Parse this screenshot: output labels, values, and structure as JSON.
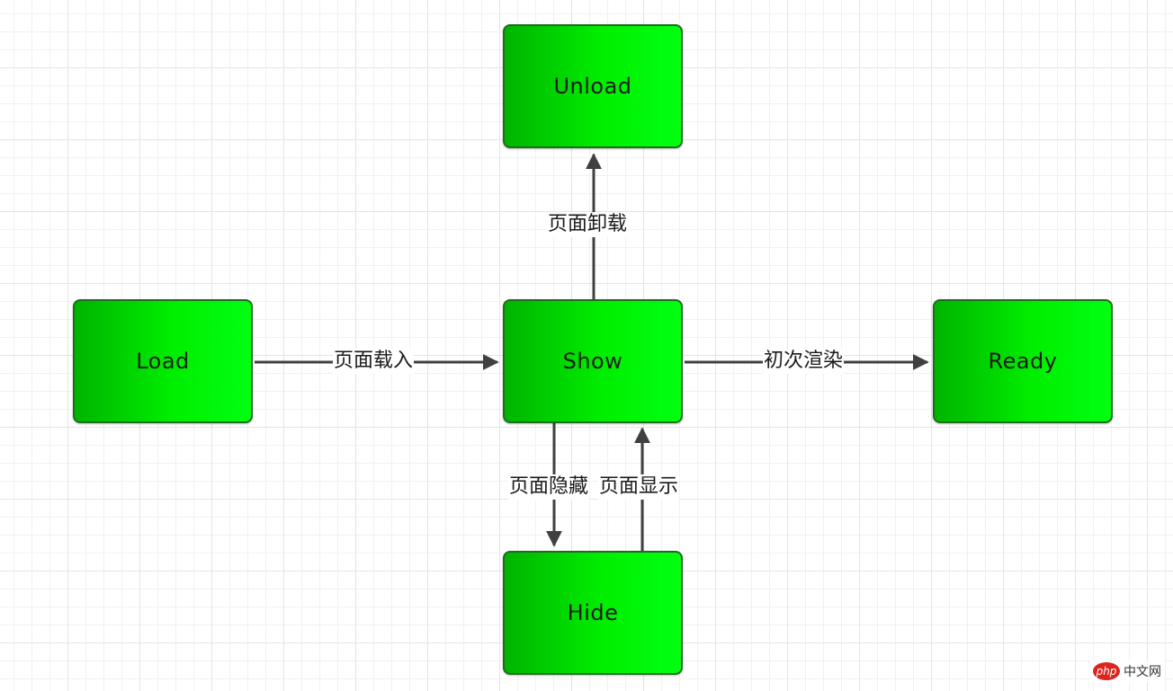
{
  "nodes": {
    "unload": "Unload",
    "load": "Load",
    "show": "Show",
    "ready": "Ready",
    "hide": "Hide"
  },
  "edges": {
    "load_to_show": "页面载入",
    "show_to_unload": "页面卸载",
    "show_to_ready": "初次渲染",
    "show_to_hide": "页面隐藏",
    "hide_to_show": "页面显示"
  },
  "colors": {
    "node_fill": "#00e000",
    "node_border": "#1f6b1f",
    "arrow": "#404040"
  },
  "watermark": {
    "logo": "php",
    "text": "中文网"
  }
}
